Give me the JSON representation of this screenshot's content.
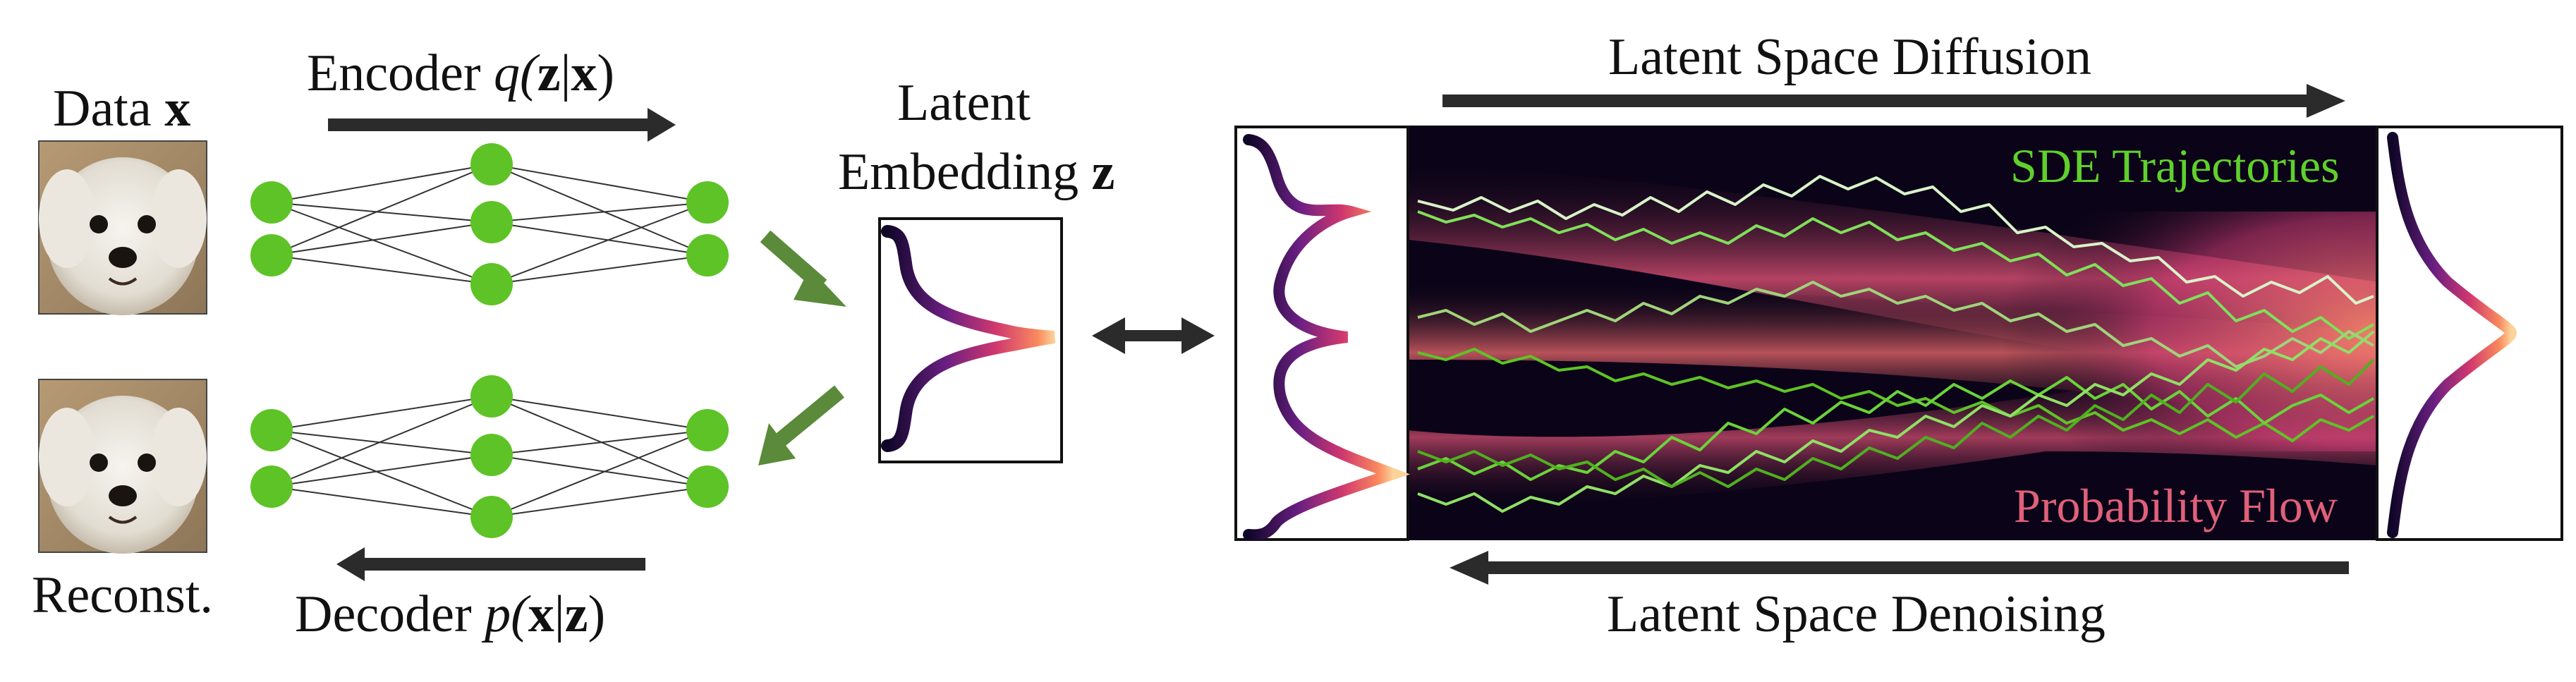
{
  "labels": {
    "data_prefix": "Data ",
    "data_var": "x",
    "encoder_prefix": "Encoder ",
    "encoder_fn": "q(",
    "encoder_z": "z",
    "encoder_bar": "|",
    "encoder_x": "x",
    "encoder_close": ")",
    "latent_line1": "Latent",
    "latent_line2_prefix": "Embedding ",
    "latent_var": "z",
    "reconst": "Reconst.",
    "decoder_prefix": "Decoder ",
    "decoder_fn": "p(",
    "decoder_x": "x",
    "decoder_bar": "|",
    "decoder_z": "z",
    "decoder_close": ")",
    "diffusion": "Latent Space Diffusion",
    "denoising": "Latent Space Denoising",
    "sde": "SDE Trajectories",
    "flow": "Probability Flow"
  },
  "colors": {
    "node": "#5ec326",
    "arrow_dark": "#2b2b2b",
    "arrow_green": "#5a8a3a",
    "sde_text": "#5fd02c",
    "flow_text": "#e0607a",
    "panel_bg": "#0b0418"
  },
  "icons": {
    "dog_photo": "dog-photo-icon"
  }
}
